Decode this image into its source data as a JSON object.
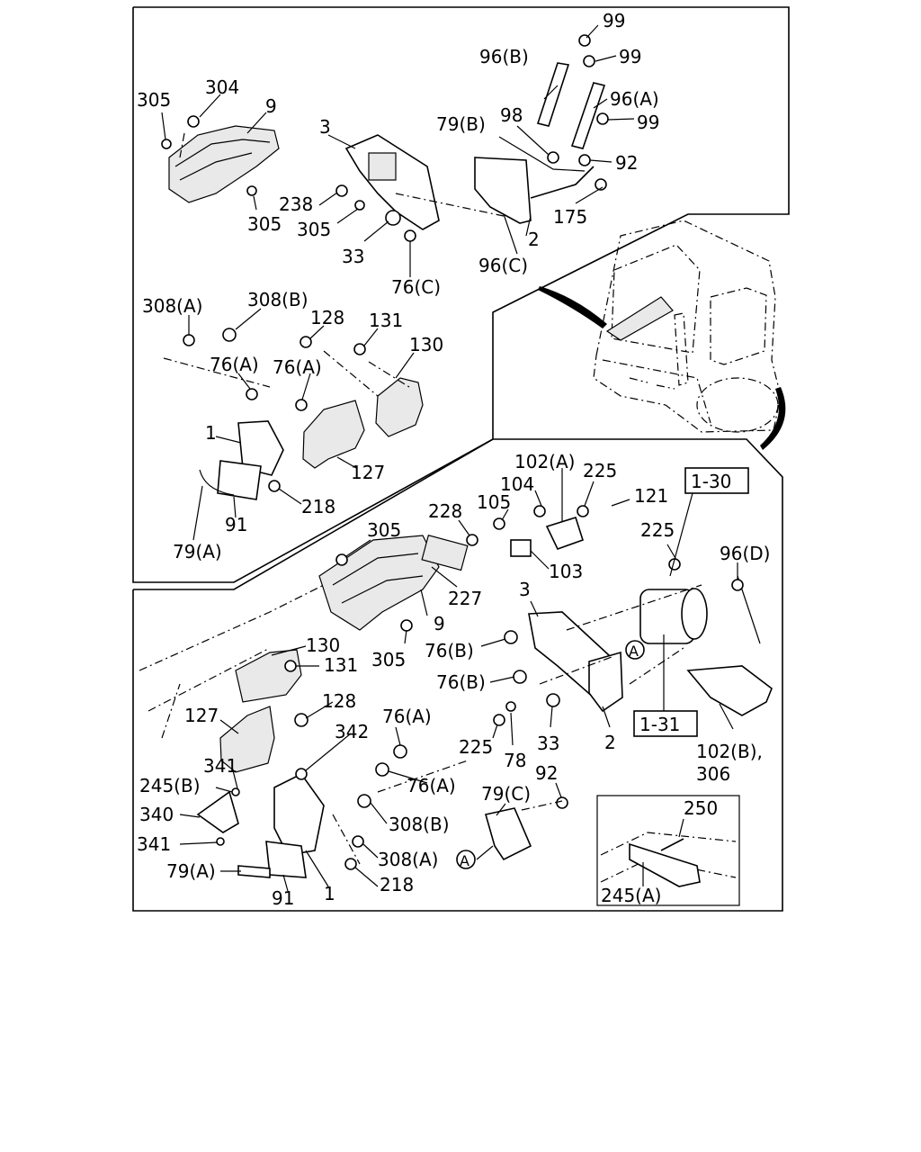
{
  "labels": {
    "l99a": "99",
    "l96b_top": "96(B)",
    "l99b": "99",
    "l96a_top": "96(A)",
    "l99c": "99",
    "l305a": "305",
    "l304": "304",
    "l9a": "9",
    "l3a": "3",
    "l79b": "79(B)",
    "l98": "98",
    "l92a": "92",
    "l238": "238",
    "l305b": "305",
    "l305c": "305",
    "l175": "175",
    "l33a": "33",
    "l2a": "2",
    "l96c": "96(C)",
    "l76c": "76(C)",
    "l308a_top": "308(A)",
    "l308b_top": "308(B)",
    "l128a": "128",
    "l131a": "131",
    "l130a": "130",
    "l76a1": "76(A)",
    "l76a2": "76(A)",
    "l1a": "1",
    "l127a": "127",
    "l218a": "218",
    "l91a": "91",
    "l79a_top": "79(A)",
    "l102a": "102(A)",
    "l225a": "225",
    "l104": "104",
    "l121": "121",
    "l105": "105",
    "l228": "228",
    "l305d": "305",
    "l225b": "225",
    "l96d": "96(D)",
    "l103": "103",
    "l227": "227",
    "l3b": "3",
    "l9b": "9",
    "l130b": "130",
    "l76b1": "76(B)",
    "l305e": "305",
    "l131b": "131",
    "l76b2": "76(B)",
    "l128b": "128",
    "l127b": "127",
    "l342": "342",
    "l76a3": "76(A)",
    "l225c": "225",
    "l33b": "33",
    "l2b": "2",
    "l78": "78",
    "l102b": "102(B),",
    "l306": "306",
    "l341a": "341",
    "l245b": "245(B)",
    "l76a4": "76(A)",
    "l92b": "92",
    "l79c": "79(C)",
    "l340": "340",
    "l308b_bot": "308(B)",
    "l250": "250",
    "l341b": "341",
    "l308a_bot": "308(A)",
    "l79a_bot": "79(A)",
    "l218b": "218",
    "l91b": "91",
    "l1b": "1",
    "l245a": "245(A)"
  },
  "boxes": {
    "ref_1_30": "1-30",
    "ref_1_31": "1-31"
  },
  "circles": {
    "a1": "A",
    "a2": "A"
  }
}
